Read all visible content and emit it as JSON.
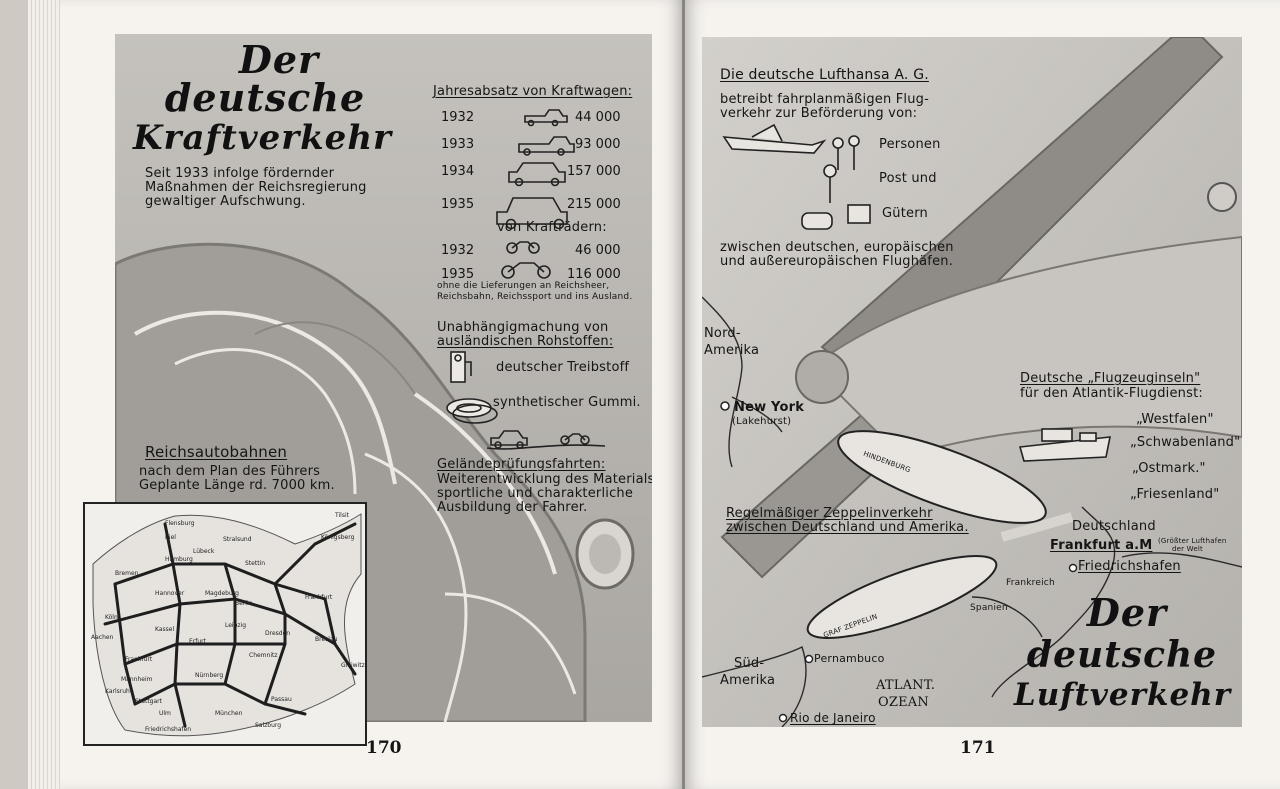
{
  "left_page": {
    "title_lines": [
      "Der",
      "deutsche",
      "Kraftverkehr"
    ],
    "intro": [
      "Seit 1933 infolge fördernder",
      "Maßnahmen der Reichsregierung",
      "gewaltiger Aufschwung."
    ],
    "kraftwagen_heading": "Jahresabsatz von Kraftwagen:",
    "kraftwagen_rows": [
      {
        "year": "1932",
        "value": "44 000"
      },
      {
        "year": "1933",
        "value": "93 000"
      },
      {
        "year": "1934",
        "value": "157 000"
      },
      {
        "year": "1935",
        "value": "215 000"
      }
    ],
    "kraftraeder_heading": "von Krafträdern:",
    "kraftraeder_rows": [
      {
        "year": "1932",
        "value": "46 000"
      },
      {
        "year": "1935",
        "value": "116 000"
      }
    ],
    "footnote": [
      "ohne die Lieferungen an Reichsheer,",
      "Reichsbahn, Reichssport und ins Ausland."
    ],
    "rohstoffe_heading": [
      "Unabhängigmachung von",
      "ausländischen Rohstoffen:"
    ],
    "treibstoff": "deutscher Treibstoff",
    "gummi": "synthetischer Gummi.",
    "gelaende_heading": "Geländeprüfungsfahrten:",
    "gelaende_text": [
      "Weiterentwicklung des Materials,",
      "sportliche und charakterliche",
      "Ausbildung der Fahrer."
    ],
    "autobahn_heading": "Reichsautobahnen",
    "autobahn_text": [
      "nach dem Plan des Führers",
      "Geplante Länge rd. 7000 km."
    ],
    "map_cities": [
      "Flensburg",
      "Kiel",
      "Lübeck",
      "Stralsund",
      "Stettin",
      "Bremen",
      "Hamburg",
      "Hannover",
      "Berlin",
      "Frankfurt",
      "Königsberg",
      "Köln",
      "Kassel",
      "Magdeburg",
      "Leipzig",
      "Dresden",
      "Breslau",
      "Aachen",
      "Erfurt",
      "Chemnitz",
      "Frankfurt",
      "Mannheim",
      "Nürnberg",
      "Stuttgart",
      "Karlsruhe",
      "Ulm",
      "München",
      "Passau",
      "Salzburg",
      "Friedrichshafen",
      "Gleiwitz",
      "Tilsit"
    ],
    "page_number": "170"
  },
  "right_page": {
    "lufthansa_heading": "Die deutsche Lufthansa A. G.",
    "lufthansa_text": [
      "betreibt fahrplanmäßigen Flug-",
      "verkehr zur Beförderung von:"
    ],
    "personen": "Personen",
    "post": "Post und",
    "gueter": "Gütern",
    "flughaefen": [
      "zwischen deutschen, europäischen",
      "und außereuropäischen Flughäfen."
    ],
    "nordamerika": [
      "Nord-",
      "Amerika"
    ],
    "newyork": "New York",
    "lakehurst": "(Lakehurst)",
    "flugzeuginseln_heading": "Deutsche „Flugzeuginseln\"",
    "flugzeuginseln_sub": "für den Atlantik-Flugdienst:",
    "ships": [
      "„Westfalen\"",
      "„Schwabenland\"",
      "„Ostmark.\"",
      "„Friesenland\""
    ],
    "zeppelin_heading": [
      "Regelmäßiger Zeppelinverkehr",
      "zwischen Deutschland und Amerika."
    ],
    "hindenburg": "HINDENBURG",
    "grafzeppelin": "GRAF ZEPPELIN",
    "deutschland": "Deutschland",
    "frankfurt": "Frankfurt a.M",
    "frankfurt_note": [
      "(Größter Lufthafen",
      "der Welt"
    ],
    "friedrichshafen": "Friedrichshafen",
    "frankreich": "Frankreich",
    "spanien": "Spanien",
    "suedamerika": [
      "Süd-",
      "Amerika"
    ],
    "pernambuco": "Pernambuco",
    "atlant": [
      "ATLANT.",
      "OZEAN"
    ],
    "rio": "Rio de Janeiro",
    "title_lines": [
      "Der",
      "deutsche",
      "Luftverkehr"
    ],
    "page_number": "171"
  }
}
